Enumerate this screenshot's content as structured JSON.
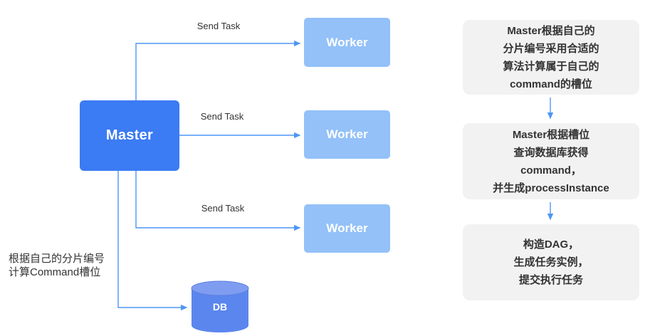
{
  "colors": {
    "master_fill": "#3b7bf3",
    "worker_fill": "#93c1f8",
    "db_fill": "#5b86ee",
    "db_top_fill": "#7f9df0",
    "arrow": "#4d96f5",
    "step_bg": "#f2f2f3",
    "text_dark": "#333333",
    "node_text": "#ffffff"
  },
  "nodes": {
    "master": {
      "label": "Master"
    },
    "workers": [
      {
        "label": "Worker"
      },
      {
        "label": "Worker"
      },
      {
        "label": "Worker"
      }
    ],
    "db": {
      "label": "DB"
    }
  },
  "edges": {
    "send_task_labels": [
      "Send Task",
      "Send Task",
      "Send Task"
    ]
  },
  "side_note": {
    "lines": [
      "根据自己的分片编号",
      "计算Command槽位"
    ]
  },
  "flow_steps": [
    {
      "lines": [
        "Master根据自己的",
        "分片编号采用合适的",
        "算法计算属于自己的",
        "command的槽位"
      ]
    },
    {
      "lines": [
        "Master根据槽位",
        "查询数据库获得",
        "command，",
        "并生成processInstance"
      ]
    },
    {
      "lines": [
        "构造DAG，",
        "生成任务实例，",
        "提交执行任务"
      ]
    }
  ]
}
